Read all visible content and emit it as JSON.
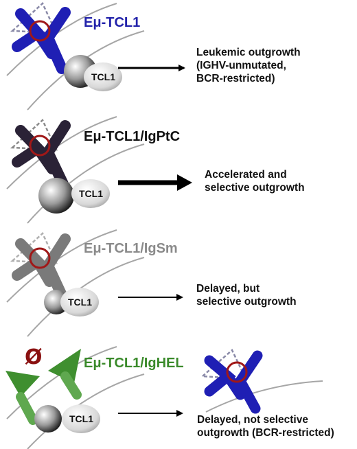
{
  "panels": [
    {
      "title": "Eμ-TCL1",
      "title_color": "#2222aa",
      "receptor_color": "#1f1fb4",
      "tcl1_label": "TCL1",
      "outcome_lines": [
        "Leukemic outgrowth",
        "(IGHV-unmutated,",
        "BCR-restricted)"
      ],
      "arrow_weight": "medium"
    },
    {
      "title": "Eμ-TCL1/IgPtC",
      "title_color": "#111111",
      "receptor_color": "#2a2236",
      "tcl1_label": "TCL1",
      "outcome_lines": [
        "Accelerated and",
        "selective outgrowth"
      ],
      "arrow_weight": "thick"
    },
    {
      "title": "Eμ-TCL1/IgSm",
      "title_color": "#8a8a8a",
      "receptor_color": "#7a7a7a",
      "tcl1_label": "TCL1",
      "outcome_lines": [
        "Delayed, but",
        "selective outgrowth"
      ],
      "arrow_weight": "thin"
    },
    {
      "title": "Eμ-TCL1/IgHEL",
      "title_color": "#3a8a2a",
      "receptor_color": "#3f8f2f",
      "tcl1_label": "TCL1",
      "null_symbol": "Ø",
      "outcome_lines": [
        "Delayed, not selective",
        "outgrowth (BCR-restricted)"
      ],
      "arrow_weight": "thin",
      "secondary_receptor_color": "#1f1fb4"
    }
  ],
  "colors": {
    "membrane": "#9a9a9a",
    "antigen_outline": "#8a8aa8",
    "binding_circle": "#a01818",
    "arrow": "#000000"
  }
}
